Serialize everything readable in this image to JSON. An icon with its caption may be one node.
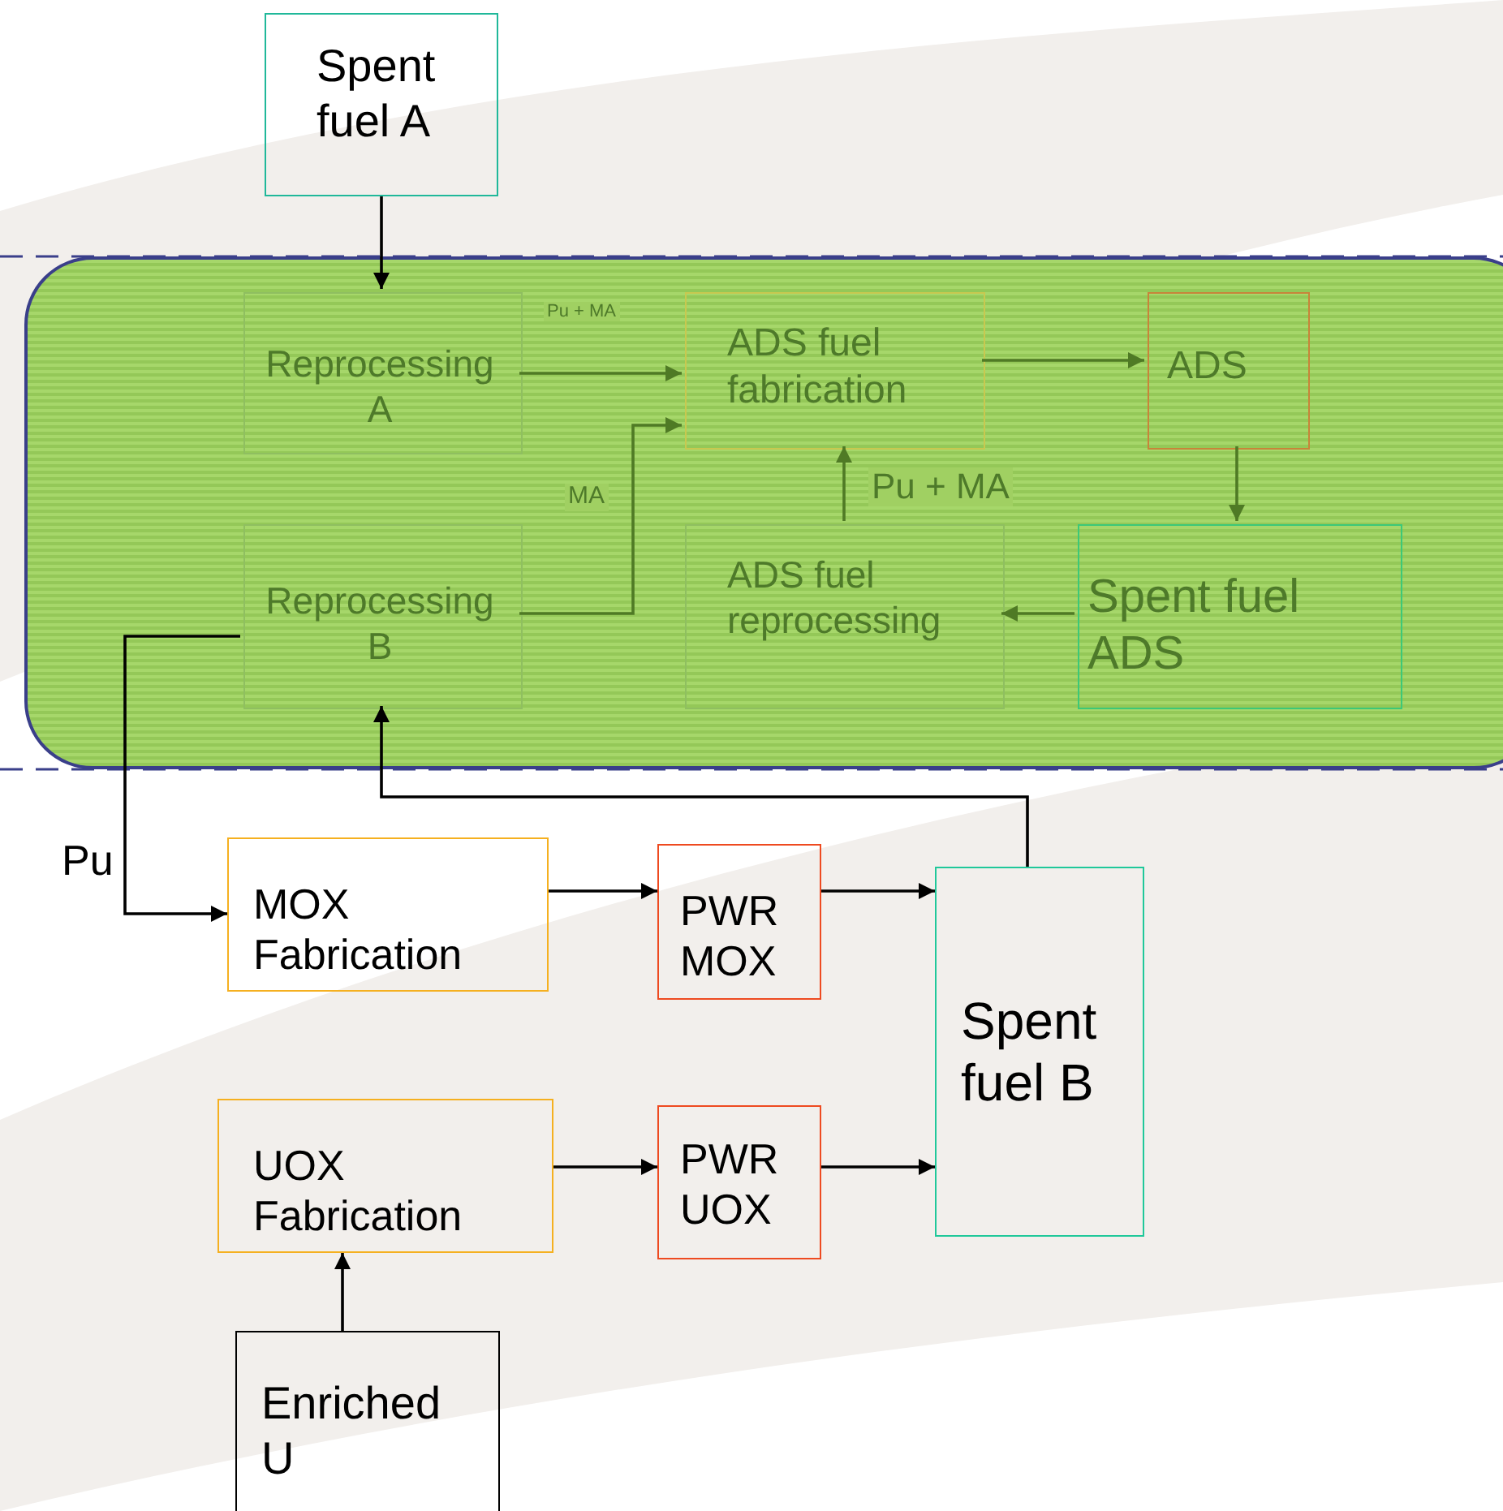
{
  "diagram": {
    "nodes": [
      {
        "text": [],
        "shape": "box"
      },
      {
        "text": [
          "Spent fuel A"
        ]
      },
      {
        "text": [
          "Reprocessing A"
        ],
        "in": 0
      },
      {
        "text": [
          "ADS fuel fabrication"
        ],
        "in": 0
      },
      {
        "text": [
          "ADS"
        ],
        "in": 0
      },
      {
        "text": [
          "Reprocessing B"
        ],
        "in": 0
      },
      {
        "text": [
          "ADS fuel reprocessing"
        ],
        "in": 0
      },
      {
        "text": [
          "Spent fuel ADS"
        ],
        "in": 0
      },
      {
        "text": [
          "MOX Fabrication"
        ]
      },
      {
        "text": [
          "PWR MOX"
        ]
      },
      {
        "text": [
          "UOX Fabrication"
        ]
      },
      {
        "text": [
          "PWR UOX"
        ]
      },
      {
        "text": [
          "Spent fuel B"
        ]
      },
      {
        "text": [
          "Enriched U"
        ]
      }
    ],
    "edges": [
      {
        "from": 1,
        "to": 2,
        "arrow": "to"
      },
      {
        "from": 2,
        "to": 3,
        "arrow": "to",
        "label": "Pu + MA",
        "color": "#4f7a25"
      },
      {
        "from": 3,
        "to": 4,
        "arrow": "to",
        "color": "#4f7a25"
      },
      {
        "from": 4,
        "to": 7,
        "arrow": "to",
        "color": "#4f7a25"
      },
      {
        "from": 7,
        "to": 6,
        "arrow": "to",
        "color": "#4f7a25"
      },
      {
        "from": 6,
        "to": 3,
        "arrow": "to",
        "label": "Pu + MA",
        "color": "#4f7a25"
      },
      {
        "from": 5,
        "to": 3,
        "arrow": "to",
        "label": "MA",
        "color": "#4f7a25"
      },
      {
        "from": 5,
        "to": 8,
        "arrow": "to",
        "label": "Pu"
      },
      {
        "from": 8,
        "to": 9,
        "arrow": "to"
      },
      {
        "from": 9,
        "to": 12,
        "arrow": "to"
      },
      {
        "from": 12,
        "to": 5,
        "arrow": "to"
      },
      {
        "from": 10,
        "to": 11,
        "arrow": "to"
      },
      {
        "from": 11,
        "to": 12,
        "arrow": "to"
      },
      {
        "from": 13,
        "to": 10,
        "arrow": "to"
      }
    ]
  }
}
